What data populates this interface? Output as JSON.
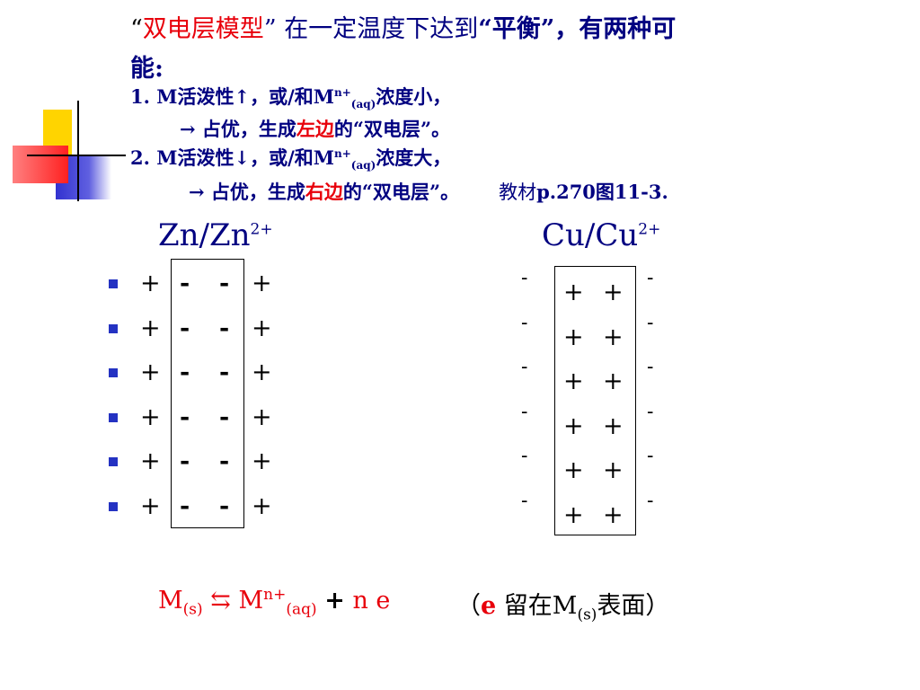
{
  "title": {
    "q_open": "“",
    "model": "双电层模型",
    "q_close": "”",
    "mid": " 在一定温度下达到",
    "balance": "“平衡”，有两种可",
    "line2": "能:"
  },
  "case1": {
    "a": "1. M活泼性↑，或/和M",
    "sup": "n+",
    "sub": "(aq)",
    "b": "浓度小，",
    "c": "→ 占优，生成",
    "side": "左边",
    "d": "的“双电层”。"
  },
  "case2": {
    "a": "2. M活泼性↓，或/和M",
    "sup": "n+",
    "sub": "(aq)",
    "b": "浓度大，",
    "c": "→ 占优，生成",
    "side": "右边",
    "d": "的“双电层”。",
    "ref_prefix": "教材",
    "ref": "p.270图11-3."
  },
  "zn": {
    "label": "Zn/Zn",
    "sup": "2+",
    "outer": "+",
    "inner": "-"
  },
  "cu": {
    "label": "Cu/Cu",
    "sup": "2+",
    "outer": "-",
    "inner": "+"
  },
  "equation": {
    "m": "M",
    "m_sub": "(s)",
    "arrow": "⇆",
    "ion": "M",
    "ion_sup": "n+",
    "ion_sub": "(aq)",
    "plus": "+",
    "ne": "n e",
    "note_open": "（",
    "note_e": "e",
    "note_mid": "留在M",
    "note_sub": "(s)",
    "note_end": "表面）"
  },
  "colors": {
    "text": "#000080",
    "accent": "#e8000b",
    "bullet": "#2432c2"
  }
}
